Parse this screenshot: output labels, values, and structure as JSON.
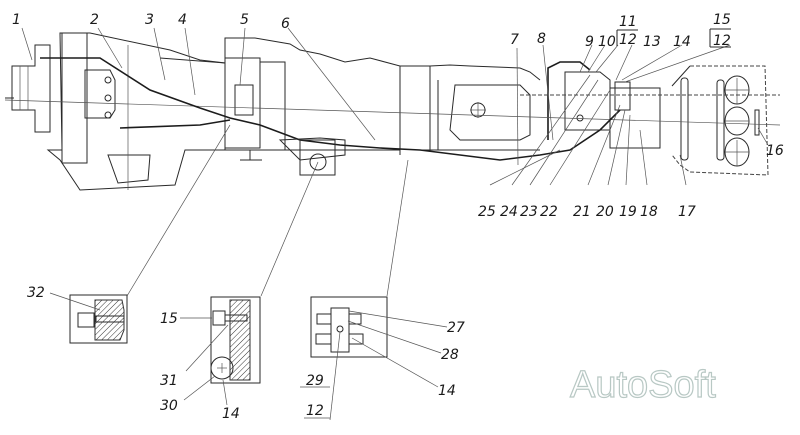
{
  "diagram": {
    "title": "Transmission and cable routing assembly",
    "callouts_main": [
      {
        "id": "1",
        "label": "1"
      },
      {
        "id": "2",
        "label": "2"
      },
      {
        "id": "3",
        "label": "3"
      },
      {
        "id": "4",
        "label": "4"
      },
      {
        "id": "5",
        "label": "5"
      },
      {
        "id": "6",
        "label": "6"
      },
      {
        "id": "7",
        "label": "7"
      },
      {
        "id": "8",
        "label": "8"
      },
      {
        "id": "9",
        "label": "9"
      },
      {
        "id": "10",
        "label": "10"
      },
      {
        "id": "11",
        "label": "11",
        "denominator": "12"
      },
      {
        "id": "13",
        "label": "13"
      },
      {
        "id": "14",
        "label": "14"
      },
      {
        "id": "15",
        "label": "15",
        "denominator": "12"
      },
      {
        "id": "16",
        "label": "16"
      },
      {
        "id": "17",
        "label": "17"
      },
      {
        "id": "18",
        "label": "18"
      },
      {
        "id": "19",
        "label": "19"
      },
      {
        "id": "20",
        "label": "20"
      },
      {
        "id": "21",
        "label": "21"
      },
      {
        "id": "22",
        "label": "22"
      },
      {
        "id": "23",
        "label": "23"
      },
      {
        "id": "24",
        "label": "24"
      },
      {
        "id": "25",
        "label": "25"
      }
    ],
    "detail_a": {
      "callouts": [
        "32"
      ]
    },
    "detail_b": {
      "callouts": [
        "15",
        "31",
        "30",
        "14"
      ]
    },
    "detail_c": {
      "callouts": [
        "27",
        "28",
        "14",
        "29",
        "12"
      ]
    }
  },
  "watermark": "AutoSoft"
}
